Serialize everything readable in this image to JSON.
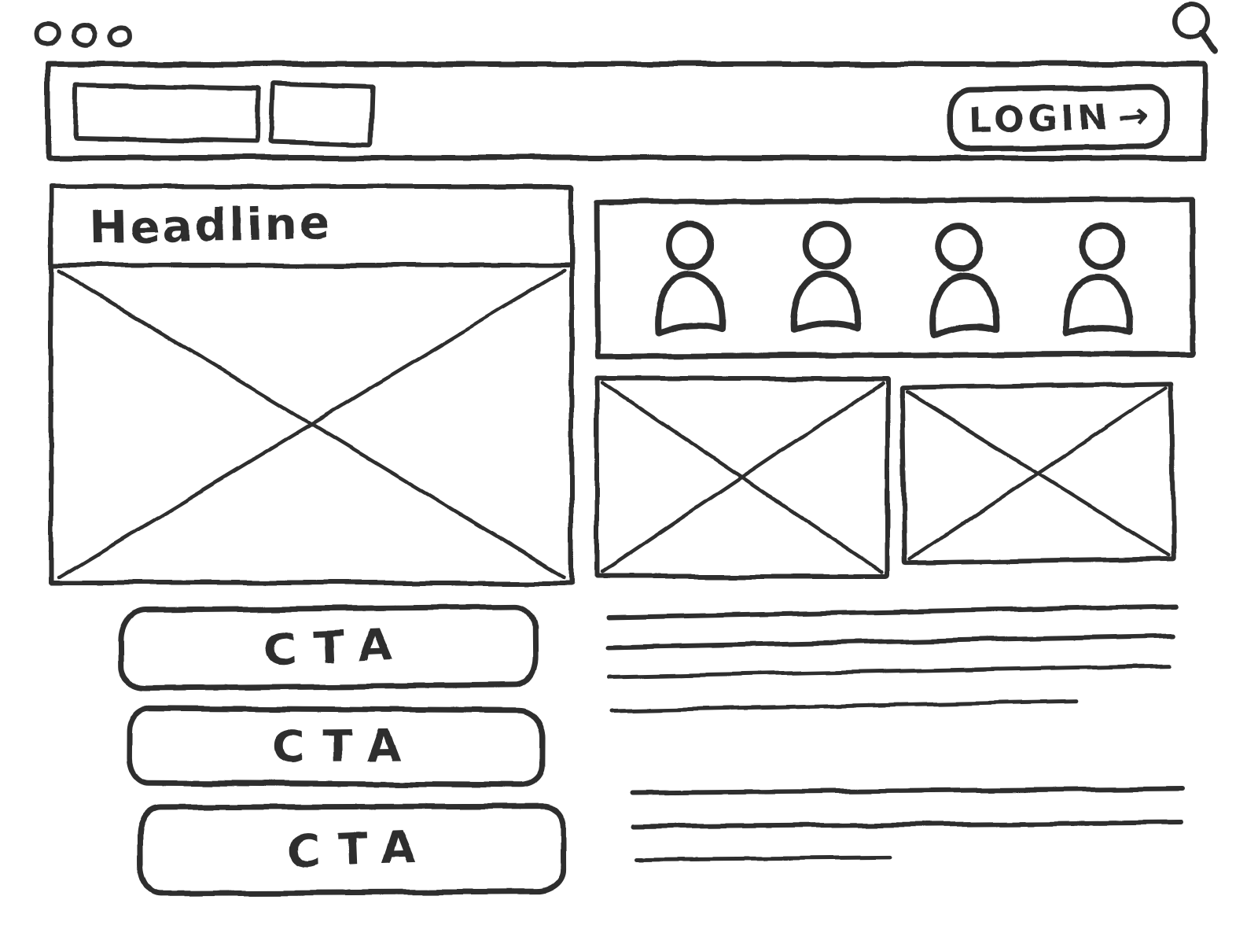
{
  "style": {
    "ink": "#2f2f2f",
    "paper": "#ffffff"
  },
  "browser_chrome": {
    "window_dots_count": 3,
    "search_icon": "magnifying-glass-icon"
  },
  "navbar": {
    "logo_placeholder": "empty-box",
    "menu_placeholder": "empty-box",
    "login_button": {
      "label": "LOGIN",
      "arrow": "→"
    }
  },
  "hero": {
    "headline": "Headline",
    "image_placeholder": "crossed-box"
  },
  "team_strip": {
    "icon": "person-icon",
    "avatar_count": 4
  },
  "gallery": {
    "image_placeholder_count": 2,
    "image_placeholder": "crossed-box"
  },
  "cta_stack": {
    "buttons": [
      {
        "label": "CTA"
      },
      {
        "label": "CTA"
      },
      {
        "label": "CTA"
      }
    ]
  },
  "body_text": {
    "block_one_line_count": 4,
    "block_two_line_count": 3
  }
}
